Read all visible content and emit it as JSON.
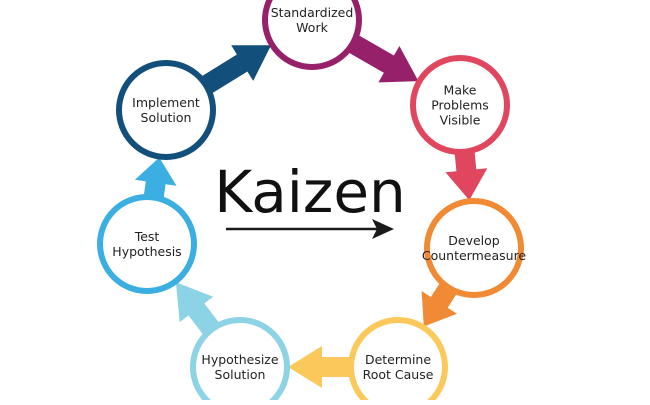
{
  "diagram": {
    "title": "Kaizen",
    "steps": [
      {
        "label_lines": [
          "Standardized",
          "Work"
        ],
        "color": "#96206a"
      },
      {
        "label_lines": [
          "Make",
          "Problems",
          "Visible"
        ],
        "color": "#e0475f"
      },
      {
        "label_lines": [
          "Develop",
          "Countermeasure"
        ],
        "color": "#f08a35"
      },
      {
        "label_lines": [
          "Determine",
          "Root Cause"
        ],
        "color": "#fbc95b"
      },
      {
        "label_lines": [
          "Hypothesize",
          "Solution"
        ],
        "color": "#8dd3e6"
      },
      {
        "label_lines": [
          "Test",
          "Hypothesis"
        ],
        "color": "#3bafe2"
      },
      {
        "label_lines": [
          "Implement",
          "Solution"
        ],
        "color": "#124f7a"
      }
    ],
    "title_arrow_color": "#1a1a1a"
  }
}
